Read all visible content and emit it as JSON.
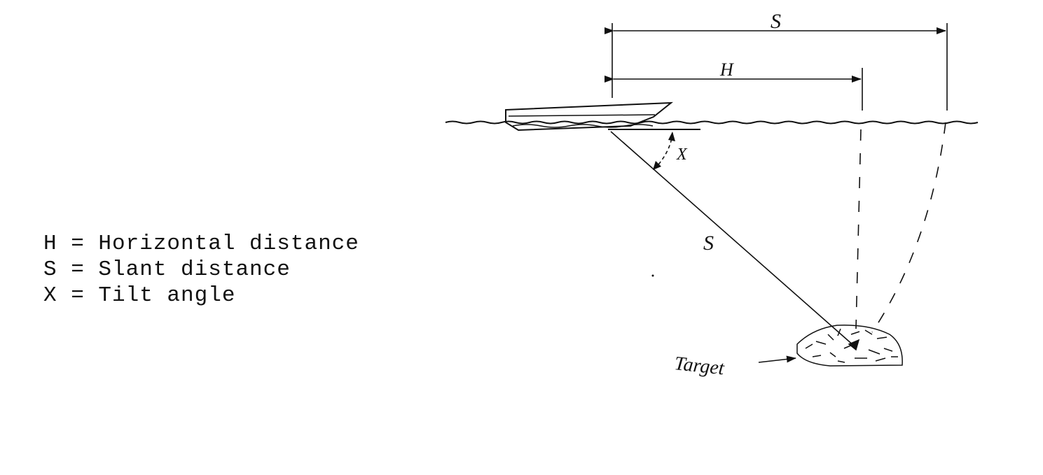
{
  "legend": [
    {
      "symbol": "H",
      "sep": " = ",
      "text": "Horizontal distance"
    },
    {
      "symbol": "S",
      "sep": " = ",
      "text": "Slant distance"
    },
    {
      "symbol": "X",
      "sep": " = ",
      "text": "Tilt angle"
    }
  ],
  "labels": {
    "top_dimension": "S",
    "horizontal_dimension": "H",
    "slant_line": "S",
    "tilt_angle": "X",
    "target": "Target"
  },
  "colors": {
    "ink": "#111111",
    "background": "#ffffff"
  }
}
